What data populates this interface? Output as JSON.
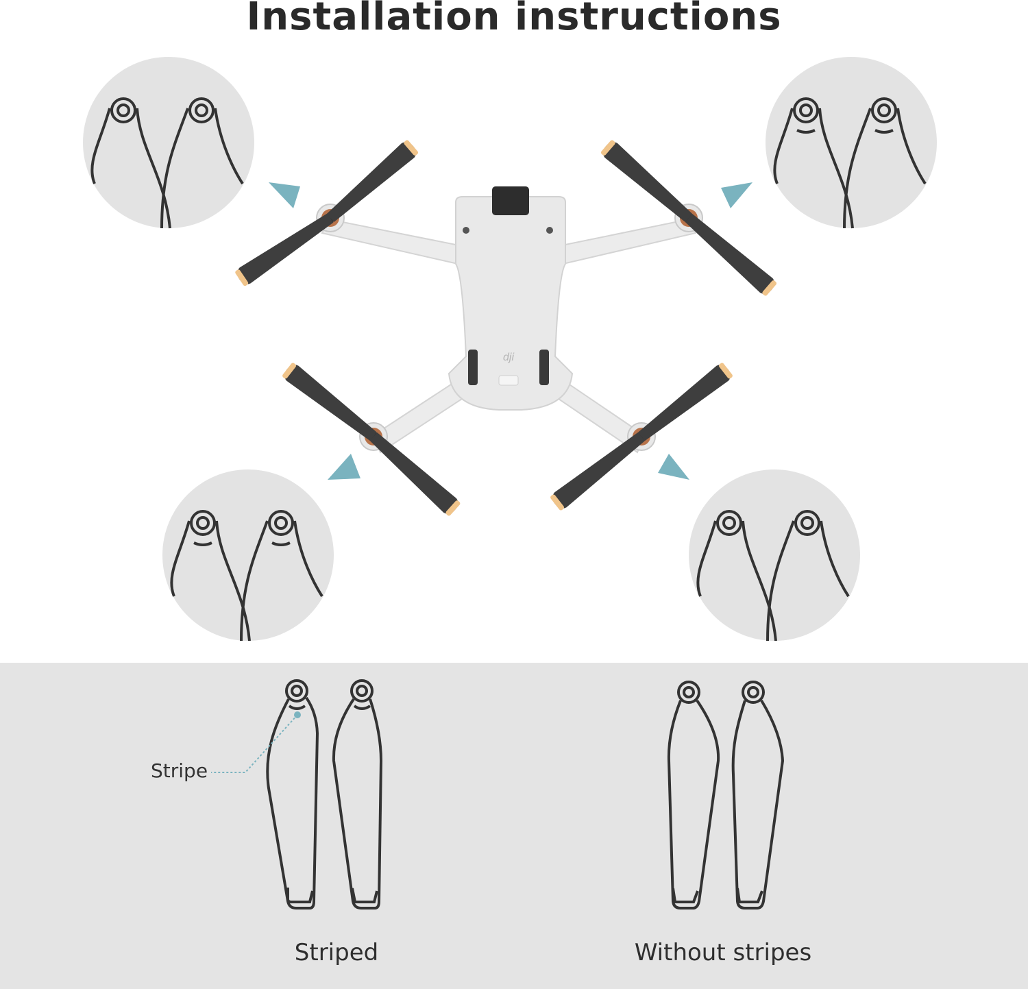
{
  "title": "Installation instructions",
  "labels": {
    "stripe": "Stripe",
    "striped": "Striped",
    "without_stripes": "Without stripes"
  },
  "colors": {
    "accent": "#7ab3bf",
    "circle_bg": "#e3e3e3",
    "bottom_panel": "#e4e4e4",
    "line": "#333333",
    "propeller": "#3e3e3e",
    "propeller_tip": "#f0c48a",
    "drone_body": "#e9e9e9"
  }
}
